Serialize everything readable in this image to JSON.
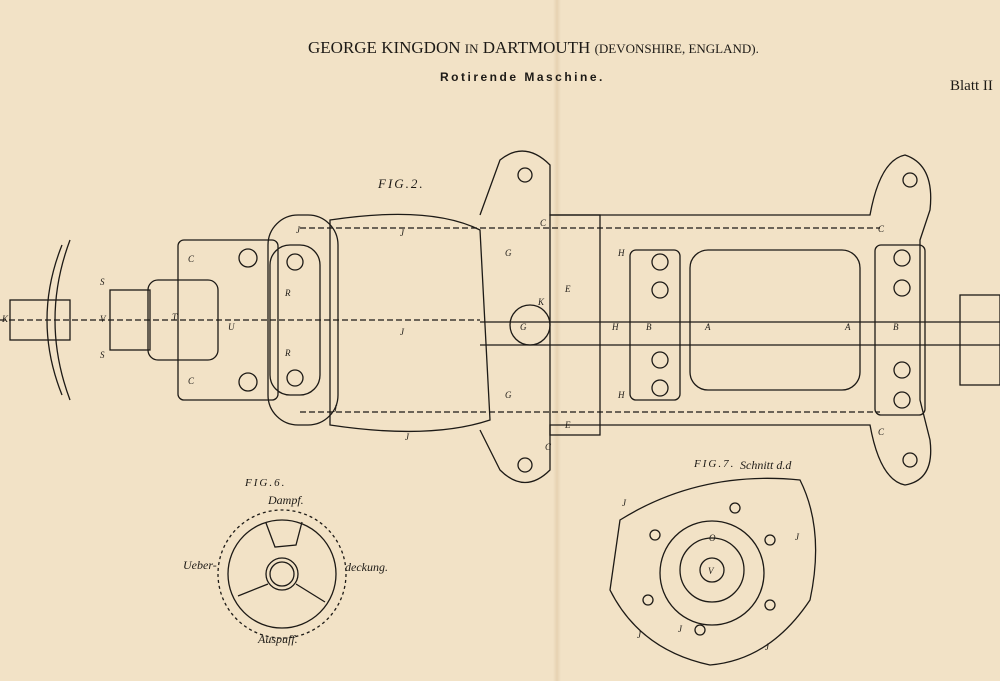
{
  "header": {
    "title_main": "GEORGE KINGDON",
    "title_in": "IN",
    "title_city": "DARTMOUTH",
    "title_region": "(DEVONSHIRE, ENGLAND).",
    "subtitle": "Rotirende Maschine.",
    "sheet": "Blatt II"
  },
  "figures": {
    "fig2": {
      "label": "FIG.2."
    },
    "fig6": {
      "label": "FIG.6.",
      "top": "Dampf.",
      "left": "Ueber-",
      "right": "deckung.",
      "bottom": "Auspuff."
    },
    "fig7": {
      "label": "FIG.7.",
      "caption": "Schnitt d.d"
    }
  },
  "part_letters": [
    "K",
    "S",
    "S",
    "V",
    "T",
    "U",
    "R",
    "R",
    "C",
    "C",
    "J",
    "J",
    "J",
    "J",
    "J",
    "G",
    "G",
    "G",
    "E",
    "E",
    "K",
    "H",
    "H",
    "H",
    "B",
    "B",
    "A",
    "A",
    "C",
    "C",
    "C",
    "C",
    "J",
    "J",
    "J",
    "J",
    "J",
    "V",
    "O"
  ]
}
